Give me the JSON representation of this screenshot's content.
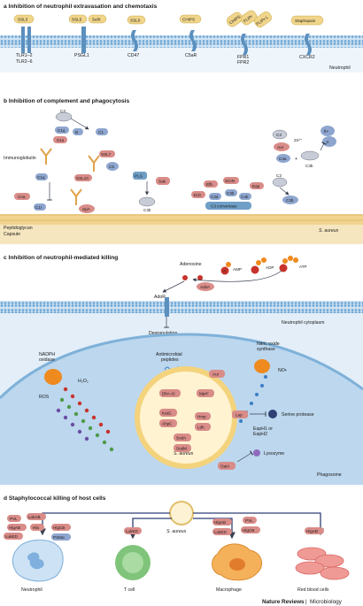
{
  "panels": {
    "a": {
      "title": "a  Inhibition of neutrophil extravasation and chemotaxis",
      "toxins": [
        "SSL3",
        "SSL5",
        "SelX",
        "SSL6",
        "CHIPS",
        "CHIPS",
        "FLIPr",
        "FLIPr-L",
        "Staphopain"
      ],
      "receptors": [
        "TLR1–2",
        "TLR2–6",
        "PSGL1",
        "CD47",
        "C5aR",
        "FPR1",
        "FPR2",
        "CXCR2"
      ],
      "cell_label": "Neutrophil"
    },
    "b": {
      "title": "b  Inhibition of complement and phagocytosis",
      "labels": {
        "immunoglobulin": "Immunoglobulin",
        "c3": "C3",
        "c1q_top": "C1q",
        "b": "B",
        "c1": "C1",
        "s1a": "S1a",
        "ssl7": "SSL7",
        "c5": "C5",
        "c1q": "C1q",
        "ssl10": "SSL10",
        "cna": "Cna",
        "c1r": "C1r",
        "spa": "SpA",
        "plg": "PLG",
        "sak": "Sak",
        "c3b": "C3b",
        "efb": "Efb",
        "scin": "SCIN",
        "eap": "Eap",
        "ecb": "Ecb",
        "c3d": "C3d",
        "c3b_mid": "C3b",
        "c4b": "C4b",
        "c3_convertase": "C3 convertase",
        "c3_right": "C3",
        "aur": "Aur",
        "zn": "Zn²⁺",
        "c3a": "C3a",
        "plus": "+",
        "fh": "fH",
        "ii": "II",
        "c3b_right": "C3b",
        "c3_bottom": "C3",
        "c3b_bottom": "C3b",
        "peptidoglycan": "Peptidoglycan",
        "capsule": "Capsule",
        "s_aureus": "S. aureus"
      }
    },
    "c": {
      "title": "c  Inhibition of neutrophil-mediated killing",
      "labels": {
        "adenosine": "Adenosine",
        "amp": "AMP",
        "adp": "ADP",
        "atp": "ATP",
        "adsa": "AdsA",
        "p": "P",
        "a": "A",
        "ador": "AdoR",
        "degranulation": "Degranulation",
        "cytoplasm": "Neutrophil cytoplasm",
        "nadph": "NADPH\noxidase",
        "amp_peptides": "Antimicrobial\npeptides",
        "nos": "Nitric oxide\nsynthase",
        "h2o2": "H₂O₂",
        "ros": "ROS",
        "no": "NO•",
        "dlta": "DltA–D",
        "mprf": "MprF",
        "aur": "Aur",
        "katg": "KatG",
        "ahpc": "AhpC",
        "hmp": "Hmp",
        "ldh": "Ldh",
        "soda": "SodA",
        "sodm": "SodM",
        "s_aureus": "S. aureus",
        "lap": "Lap",
        "serine_protease": "Serine protease",
        "eap_h": "EapH1 or\nEapH2",
        "oata": "OatA",
        "lysozyme": "Lysozyme",
        "phagosome": "Phagosome"
      }
    },
    "d": {
      "title": "d  Staphylococcal killing of host cells",
      "center": "S. aureus",
      "neutrophil_toxins": [
        "PVL",
        "LukAB",
        "HlgAB",
        "Hla",
        "HlgCB",
        "LukED",
        "PSMα"
      ],
      "tcell_toxins": [
        "LukED"
      ],
      "macrophage_toxins": [
        "HlgAB",
        "PVL",
        "LukED",
        "HlgCB"
      ],
      "rbc_toxins": [
        "HlgAB"
      ],
      "cells": [
        "Neutrophil",
        "T cell",
        "Macrophage",
        "Red blood cells"
      ]
    }
  },
  "footer": {
    "journal": "Nature Reviews",
    "separator": " | ",
    "section": "Microbiology"
  },
  "colors": {
    "toxin": "#f0d58a",
    "receptor": "#6f9fc6",
    "host": "#8ea6cf",
    "bacterial": "#d98c88",
    "membrane": "#9cc3e3",
    "cell_wall": "#e9c77a"
  }
}
